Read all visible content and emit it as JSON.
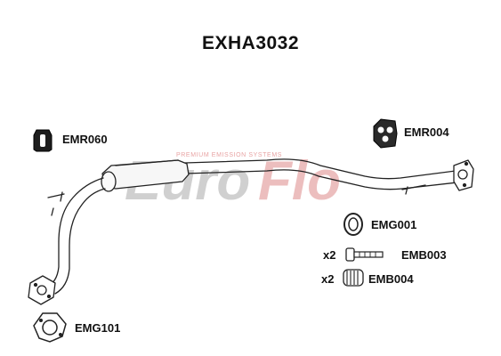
{
  "title": "EXHA3032",
  "watermark": {
    "brand_part1": "Euro",
    "brand_part2": "Flo",
    "tagline": "PREMIUM EMISSION SYSTEMS",
    "color_dark": "#4a4a4a",
    "color_red": "#cc2a2a"
  },
  "parts": {
    "emr060": {
      "label": "EMR060"
    },
    "emr004": {
      "label": "EMR004"
    },
    "emg001": {
      "label": "EMG001"
    },
    "emb003": {
      "label": "EMB003",
      "qty": "x2"
    },
    "emb004": {
      "label": "EMB004",
      "qty": "x2"
    },
    "emg101": {
      "label": "EMG101"
    }
  }
}
